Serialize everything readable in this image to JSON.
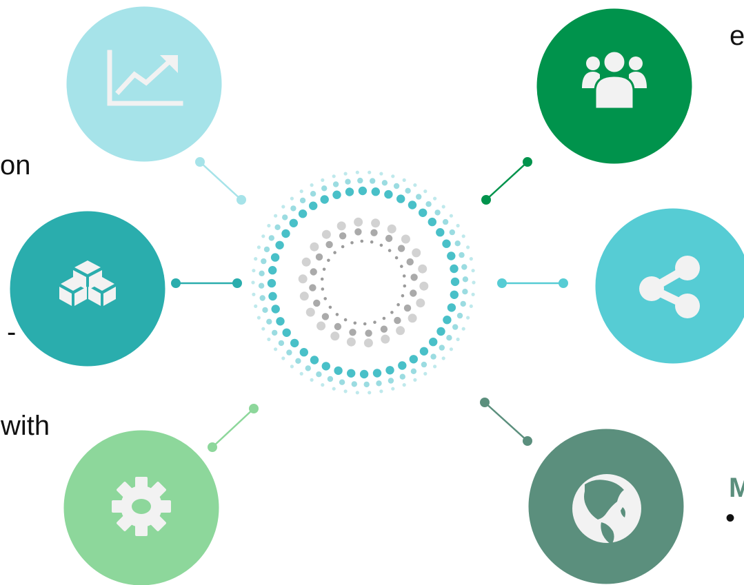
{
  "text_fragments": {
    "left_1": "on",
    "left_2": "-",
    "left_3": "with",
    "right_top": "e",
    "right_bottom_heading": "M",
    "right_bottom_bullet": "•"
  },
  "nodes": [
    {
      "id": "growth",
      "icon": "trending-up-chart-icon",
      "color": "#a6e3e9"
    },
    {
      "id": "blocks",
      "icon": "cubes-icon",
      "color": "#2aadad"
    },
    {
      "id": "settings",
      "icon": "gear-icon",
      "color": "#8dd79b"
    },
    {
      "id": "team",
      "icon": "users-icon",
      "color": "#00934c"
    },
    {
      "id": "share",
      "icon": "share-icon",
      "color": "#56ccd4"
    },
    {
      "id": "global",
      "icon": "globe-icon",
      "color": "#5b8f7d"
    }
  ],
  "colors": {
    "dots_outer": "#49c0c8",
    "dots_inner": "#9b9b9b",
    "text": "#111111",
    "heading": "#5b8f7d",
    "icon_fill": "#f2f2f2"
  }
}
